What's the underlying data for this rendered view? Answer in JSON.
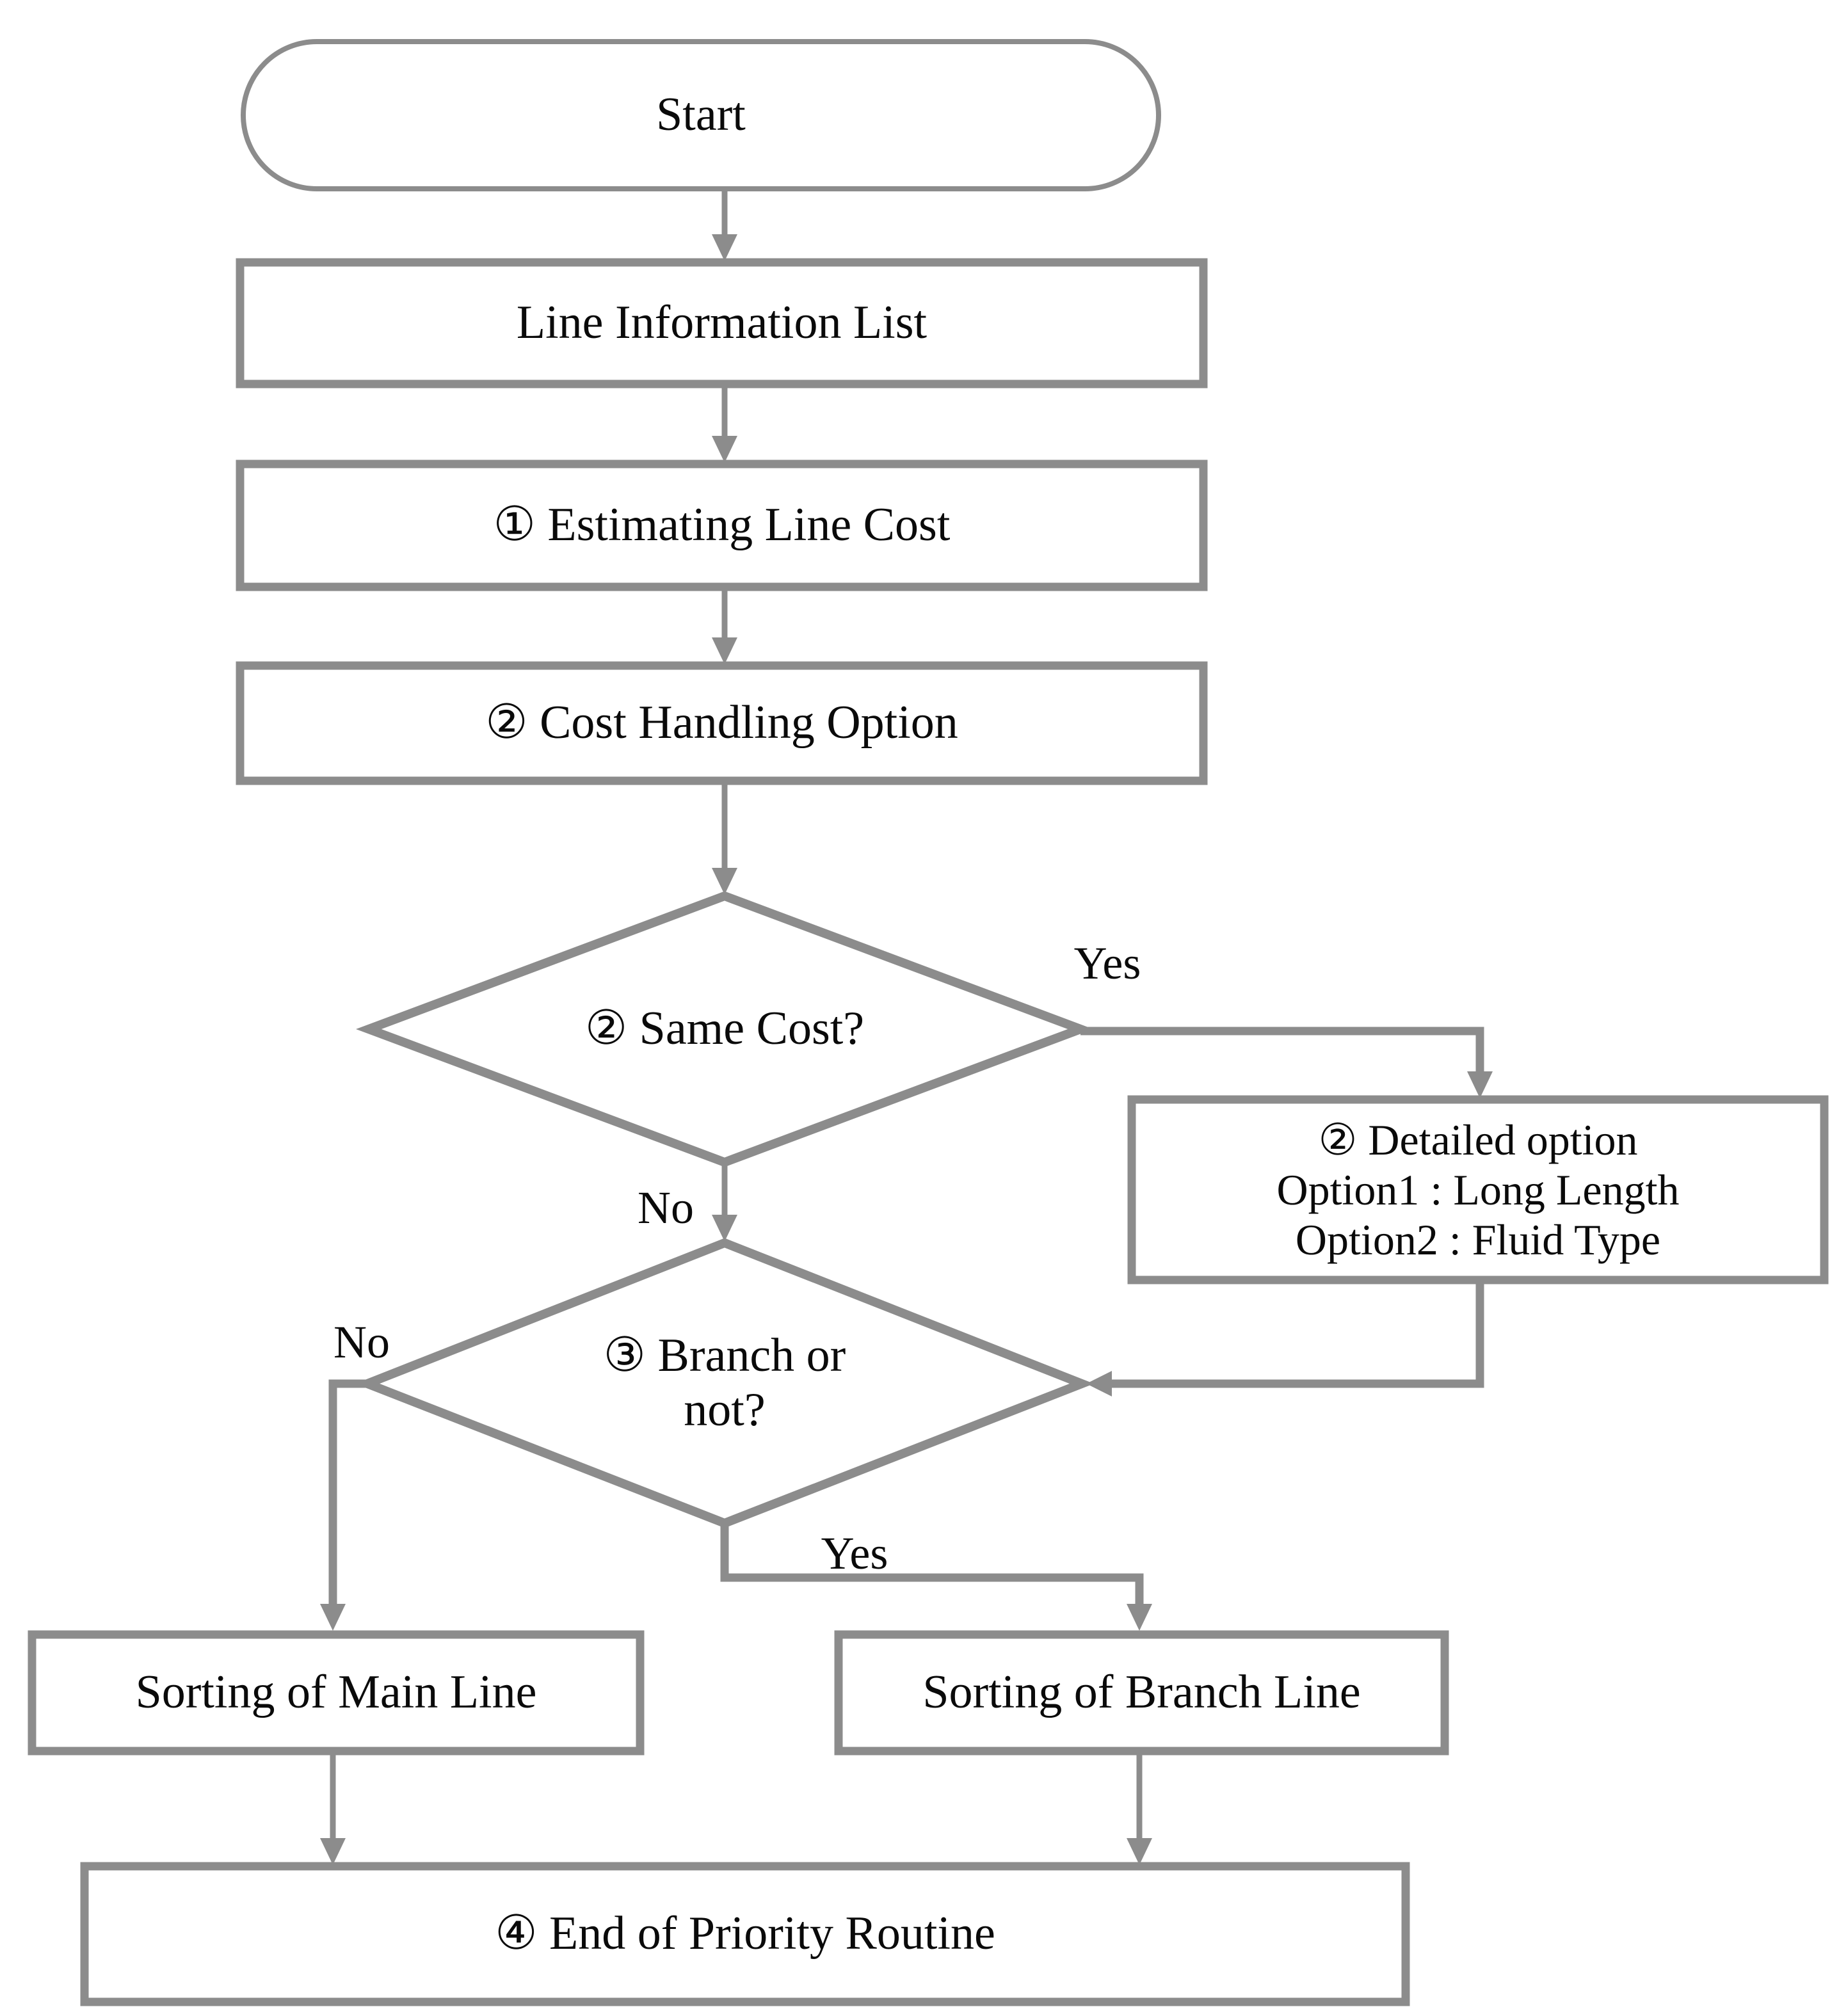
{
  "figure": {
    "type": "flowchart",
    "background_color": "#ffffff",
    "stroke_color": "#8c8c8c",
    "text_color": "#0a0a0a"
  },
  "nodes": {
    "start": {
      "shape": "stadium",
      "label": "Start"
    },
    "line_information_list": {
      "shape": "rect",
      "label": "Line Information List"
    },
    "estimating_line_cost": {
      "shape": "rect",
      "label": "① Estimating Line Cost"
    },
    "cost_handling_option": {
      "shape": "rect",
      "label": "② Cost Handling Option"
    },
    "same_cost": {
      "shape": "diamond",
      "label": "② Same Cost?"
    },
    "detailed_option": {
      "shape": "rect",
      "lines": [
        "② Detailed option",
        "Option1 : Long Length",
        "Option2 : Fluid Type"
      ]
    },
    "branch_or_not": {
      "shape": "diamond",
      "lines": [
        "③ Branch or",
        "not?"
      ]
    },
    "sorting_of_main_line": {
      "shape": "rect",
      "label": "Sorting of Main Line"
    },
    "sorting_of_branch_line": {
      "shape": "rect",
      "label": "Sorting of Branch Line"
    },
    "end_of_priority_routine": {
      "shape": "rect",
      "label": "④ End of Priority Routine"
    }
  },
  "edge_labels": {
    "same_cost_yes": "Yes",
    "same_cost_no": "No",
    "branch_no": "No",
    "branch_yes": "Yes"
  }
}
